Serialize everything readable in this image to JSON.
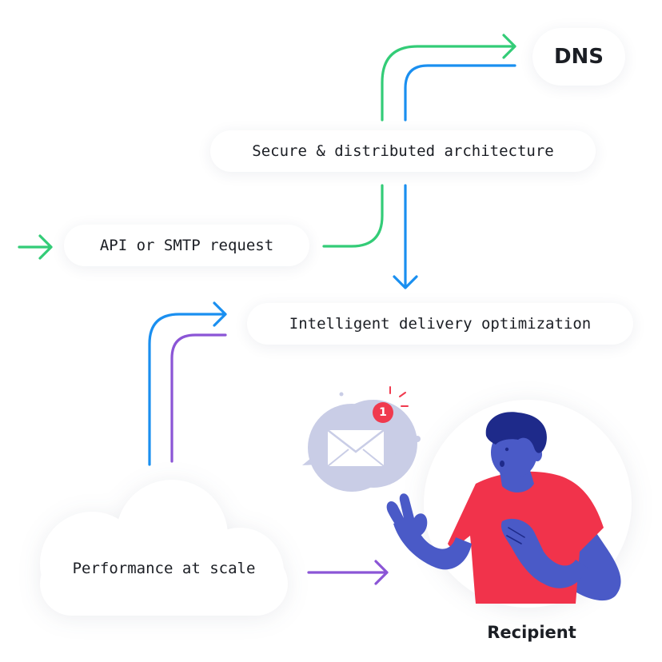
{
  "nodes": {
    "dns": "DNS",
    "secure": "Secure & distributed architecture",
    "api": "API or SMTP request",
    "optimization": "Intelligent delivery optimization",
    "performance": "Performance at scale",
    "recipient": "Recipient"
  },
  "notification_count": "1",
  "colors": {
    "green": "#33cc77",
    "blue": "#1a8ff0",
    "purple": "#8b55d6",
    "shirt": "#f1334b",
    "skin": "#4a5ac7",
    "hair": "#1e2a8a",
    "bubble": "#c9cde6",
    "badge": "#f03a4e"
  },
  "icons": [
    "email-envelope-icon",
    "notification-badge-icon"
  ]
}
